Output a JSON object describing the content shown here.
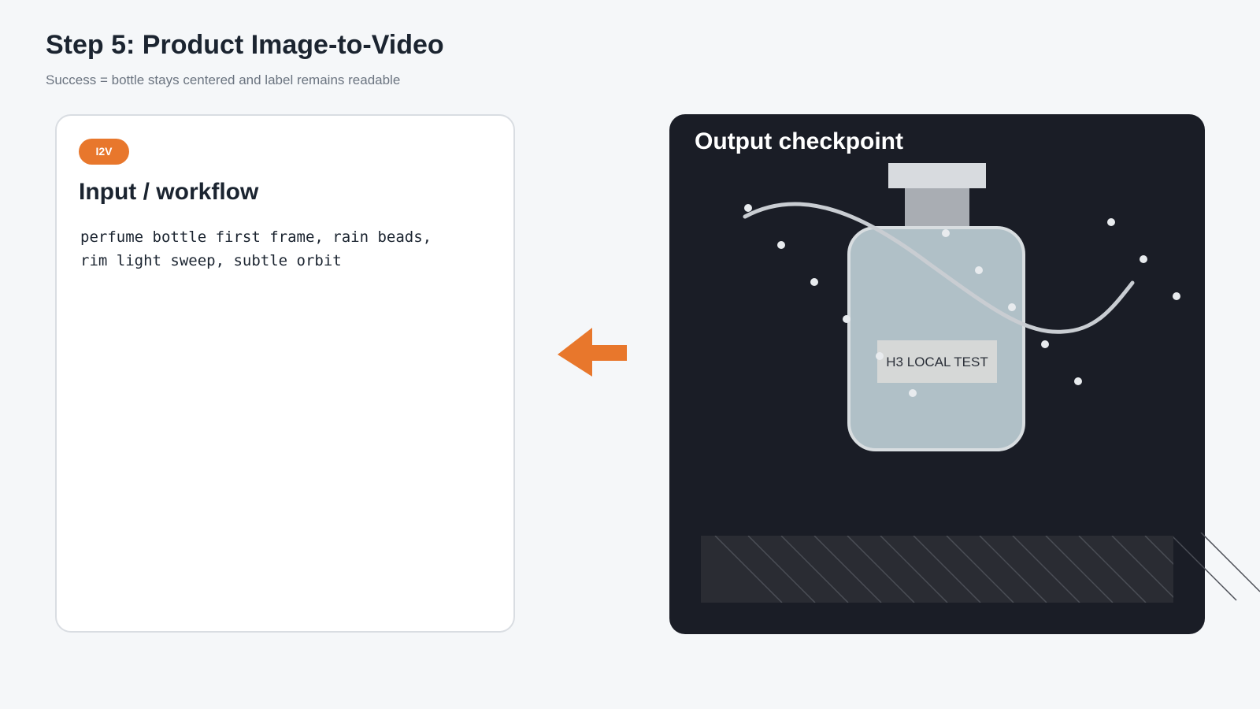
{
  "header": {
    "title": "Step 5: Product Image-to-Video",
    "subtitle": "Success = bottle stays centered and label remains readable"
  },
  "input_card": {
    "badge": "I2V",
    "title": "Input / workflow",
    "prompt_lines": [
      "perfume bottle first frame, rain beads,",
      "rim light sweep, subtle orbit"
    ]
  },
  "arrow": {
    "direction": "left",
    "icon": "arrow-left-icon",
    "color": "#e8772c"
  },
  "output_panel": {
    "title": "Output checkpoint",
    "bottle_label": "H3 LOCAL TEST"
  },
  "colors": {
    "accent": "#e8772c",
    "panel_bg": "#1a1d26",
    "page_bg": "#f5f7f9",
    "bottle_glass": "#b0c0c7"
  }
}
